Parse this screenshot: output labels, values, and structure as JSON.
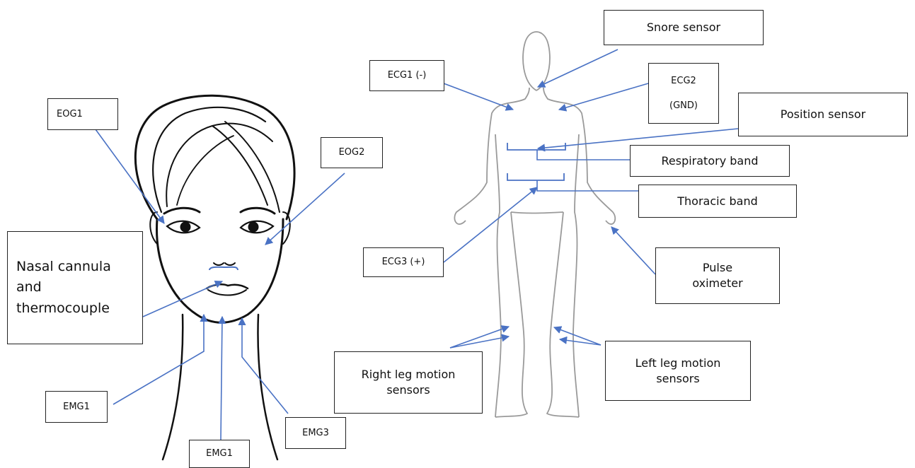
{
  "labels": {
    "snore_sensor": "Snore sensor",
    "ecg1": "ECG1 (-)",
    "ecg2": "ECG2\n\n(GND)",
    "position_sensor": "Position sensor",
    "respiratory_band": "Respiratory band",
    "thoracic_band": "Thoracic band",
    "ecg3": "ECG3 (+)",
    "pulse_oximeter": "Pulse\noximeter",
    "right_leg": "Right leg motion\nsensors",
    "left_leg": "Left leg motion\nsensors",
    "eog1": "EOG1",
    "eog2": "EOG2",
    "nasal_cannula": "Nasal cannula\nand\nthermocouple",
    "emg1_left": "EMG1",
    "emg1_bottom": "EMG1",
    "emg3": "EMG3"
  },
  "colors": {
    "arrow": "#4a72c4",
    "outline": "#222222",
    "body_outline": "#9a9a9a"
  }
}
